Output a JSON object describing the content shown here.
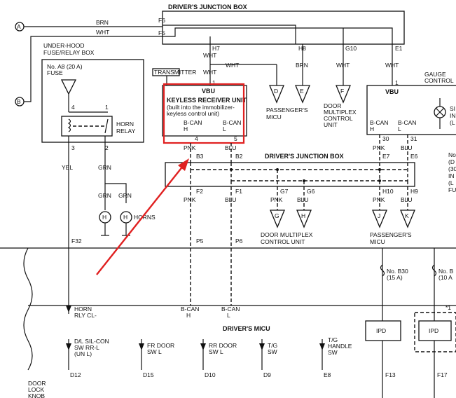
{
  "labels": {
    "drivers_junction_box_top": "DRIVER'S JUNCTION BOX",
    "under_hood_fuse_box_1": "UNDER-HOOD",
    "under_hood_fuse_box_2": "FUSE/RELAY BOX",
    "fuse_no_1": "No. A8 (20 A)",
    "fuse_no_2": "FUSE",
    "horn_relay_1": "HORN",
    "horn_relay_2": "RELAY",
    "horns": "HORNS",
    "transmitter": "TRANSMITTER",
    "vbu_keyless": "VBU",
    "keyless_line1": "KEYLESS RECEIVER UNIT",
    "keyless_line2": "(built into the immobilizer-",
    "keyless_line3": "keyless control unit)",
    "bcan_h": "B-CAN",
    "bcan_h2": "H",
    "bcan_l": "B-CAN",
    "bcan_l2": "L",
    "passenger_micu_top_1": "PASSENGER'S",
    "passenger_micu_top_2": "MICU",
    "door_multiplex_top_1": "DOOR",
    "door_multiplex_top_2": "MULTIPLEX",
    "door_multiplex_top_3": "CONTROL",
    "door_multiplex_top_4": "UNIT",
    "gauge_control_1": "GAUGE",
    "gauge_control_2": "CONTROL",
    "vbu_gauge": "VBU",
    "gauge_bcan_h": "B-CAN",
    "gauge_bcan_h2": "H",
    "gauge_bcan_l": "B-CAN",
    "gauge_bcan_l2": "L",
    "drivers_junction_box_mid": "DRIVER'S JUNCTION BOX",
    "door_multiplex_bottom_1": "DOOR MULTIPLEX",
    "door_multiplex_bottom_2": "CONTROL UNIT",
    "passenger_micu_bottom_1": "PASSENGER'S",
    "passenger_micu_bottom_2": "MICU",
    "fuse_b30_1": "No. B30",
    "fuse_b30_2": "(15 A)",
    "fuse_right_1": "No. B",
    "fuse_right_2": "(10 A",
    "bcan_h_bottom_1": "B-CAN",
    "bcan_h_bottom_2": "H",
    "bcan_l_bottom_1": "B-CAN",
    "bcan_l_bottom_2": "L",
    "drivers_micu": "DRIVER'S MICU",
    "horn_rly_1": "HORN",
    "horn_rly_2": "RLY CL-",
    "dl_sil_1": "D/L SIL-CON",
    "dl_sil_2": "SW RR-L",
    "dl_sil_3": "(UN L)",
    "fr_door_1": "FR DOOR",
    "fr_door_2": "SW L",
    "rr_door_1": "RR DOOR",
    "rr_door_2": "SW L",
    "tg_sw_1": "T/G",
    "tg_sw_2": "SW",
    "tg_handle_1": "T/G",
    "tg_handle_2": "HANDLE",
    "tg_handle_3": "SW",
    "ipd": "IPD",
    "door_lock_1": "DOOR",
    "door_lock_2": "LOCK",
    "door_lock_3": "KNOB",
    "right_edge_1": "No",
    "right_edge_2": "(D",
    "right_edge_3": "(30",
    "right_edge_4": "IN",
    "right_edge_5": "(L",
    "right_edge_6": "FU",
    "gauge_si": "SI",
    "gauge_in": "IN",
    "gauge_l": "(L",
    "star_1": "*1"
  },
  "connectors": {
    "A": "A",
    "B": "B",
    "D": "D",
    "E": "E",
    "F": "F",
    "G": "G",
    "H": "H",
    "J": "J",
    "K": "K"
  },
  "wires": {
    "brn": "BRN",
    "wht": "WHT",
    "yel": "YEL",
    "grn": "GRN",
    "pnk": "PNK",
    "blu": "BLU"
  },
  "pins": {
    "f6": "F6",
    "f5": "F5",
    "h7": "H7",
    "h8": "H8",
    "g10": "G10",
    "e1": "E1",
    "p1": "1",
    "p4r": "4",
    "p1r": "1",
    "p3r": "3",
    "p2r": "2",
    "p4": "4",
    "p5": "5",
    "p30": "30",
    "p31": "31",
    "b3": "B3",
    "b2": "B2",
    "e7": "E7",
    "e6": "E6",
    "f2": "F2",
    "f1": "F1",
    "g7": "G7",
    "g6": "G6",
    "h10": "H10",
    "h9": "H9",
    "f32": "F32",
    "p5b": "P5",
    "p6b": "P6",
    "d12": "D12",
    "d15": "D15",
    "d10": "D10",
    "d9": "D9",
    "e8": "E8",
    "f13": "F13",
    "f17": "F17"
  },
  "colors": {
    "ink": "#111111",
    "highlight": "#e02020",
    "background": "#ffffff"
  }
}
